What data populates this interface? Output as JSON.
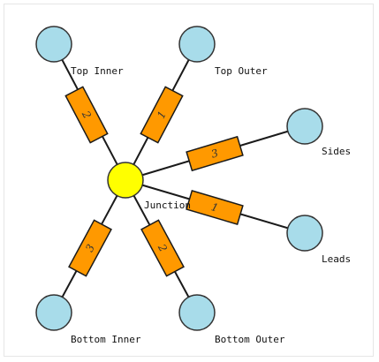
{
  "diagram": {
    "hub": {
      "label": "Junction",
      "color": "#ffff00",
      "stroke": "#333333"
    },
    "branch_color": "#ff9900",
    "node_color": "#a8dcea",
    "nodes": [
      {
        "id": "top-inner",
        "label": "Top Inner",
        "resistor": "2"
      },
      {
        "id": "top-outer",
        "label": "Top Outer",
        "resistor": "1"
      },
      {
        "id": "sides",
        "label": "Sides",
        "resistor": "3"
      },
      {
        "id": "leads",
        "label": "Leads",
        "resistor": "1"
      },
      {
        "id": "bottom-outer",
        "label": "Bottom Outer",
        "resistor": "2"
      },
      {
        "id": "bottom-inner",
        "label": "Bottom Inner",
        "resistor": "3"
      }
    ]
  }
}
